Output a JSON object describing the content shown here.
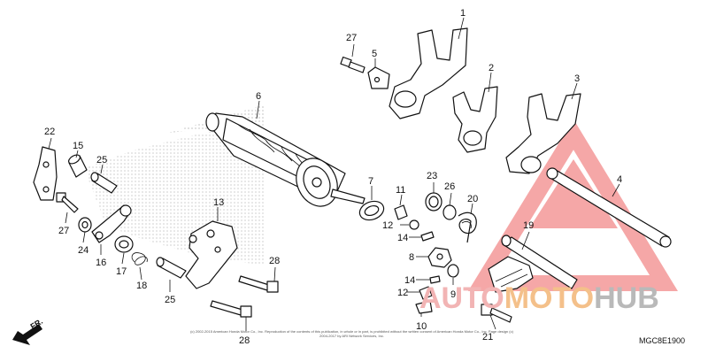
{
  "diagram": {
    "code": "MGC8E1900",
    "direction_label": "FR.",
    "copyright": "(c) 2002-2015 American Honda Motor Co., Inc. Reproduction of the contents of this publication, in whole or in part, is prohibited without the written consent of American Honda Motor Co., Inc. Page design (c) 2004-2017 by ARI Network Services, Inc.",
    "watermark": {
      "part1": "AUTO",
      "part2": "MOTO",
      "part3": "HUB"
    },
    "callouts": [
      "1",
      "2",
      "3",
      "4",
      "5",
      "6",
      "7",
      "8",
      "9",
      "10",
      "11",
      "12",
      "12",
      "13",
      "14",
      "14",
      "15",
      "16",
      "17",
      "18",
      "19",
      "20",
      "21",
      "22",
      "23",
      "24",
      "25",
      "25",
      "26",
      "27",
      "27",
      "28",
      "28"
    ]
  }
}
